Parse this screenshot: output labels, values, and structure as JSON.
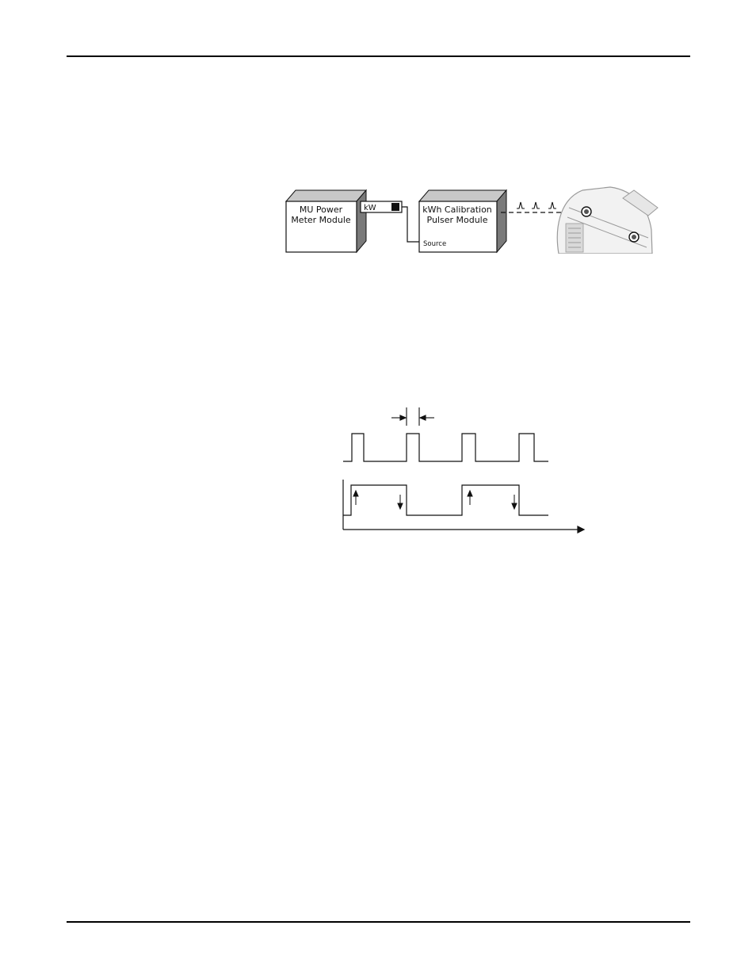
{
  "block_diagram": {
    "meter_module_line1": "MU Power",
    "meter_module_line2": "Meter Module",
    "kw_output_label": "kW",
    "pulser_module_line1": "kWh Calibration",
    "pulser_module_line2": "Pulser Module",
    "source_input_label": "Source"
  },
  "colors": {
    "ink": "#111111",
    "box_front": "#ffffff",
    "box_side": "#7a7a7a",
    "box_top": "#c8c8c8",
    "device": "#9a9a9a"
  },
  "icons": {
    "pulse": "pulse-spike-icon",
    "meter": "meter-device-icon"
  }
}
